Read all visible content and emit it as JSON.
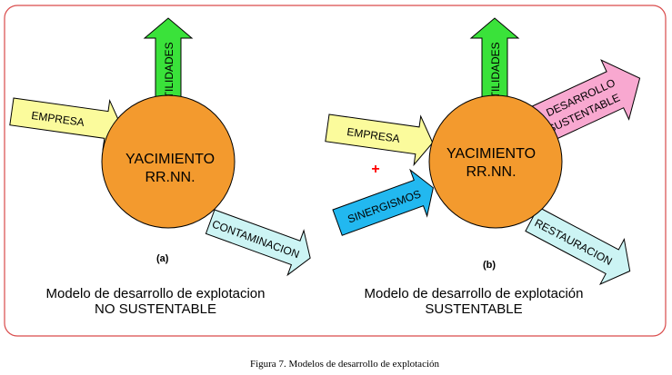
{
  "colors": {
    "frame": "#d94a4a",
    "circle": "#f39a2e",
    "empresa": "#fbfb9c",
    "utilidades": "#3ae23a",
    "contaminacion_fill": "#ccf4f4",
    "contaminacion_text": "#ff0000",
    "desarrollo": "#f8a8d0",
    "sinergismos": "#22b8f0",
    "restauracion": "#ccf4f4",
    "plus": "#ff0000"
  },
  "panel_a": {
    "core_line1": "YACIMIENTO",
    "core_line2": "RR.NN.",
    "empresa": "EMPRESA",
    "utilidades": "UTILIDADES",
    "contaminacion": "CONTAMINACION",
    "label": "(a)",
    "caption_line1": "Modelo de desarrollo de explotacion",
    "caption_line2": "NO SUSTENTABLE"
  },
  "panel_b": {
    "core_line1": "YACIMIENTO",
    "core_line2": "RR.NN.",
    "empresa": "EMPRESA",
    "utilidades": "UTILIDADES",
    "desarrollo_line1": "DESARROLLO",
    "desarrollo_line2": "SUSTENTABLE",
    "sinergismos": "SINERGISMOS",
    "plus": "+",
    "restauracion": "RESTAURACION",
    "label": "(b)",
    "caption_line1": "Modelo de desarrollo de explotación",
    "caption_line2": "SUSTENTABLE"
  },
  "figure_caption": "Figura 7. Modelos de desarrollo de explotación"
}
